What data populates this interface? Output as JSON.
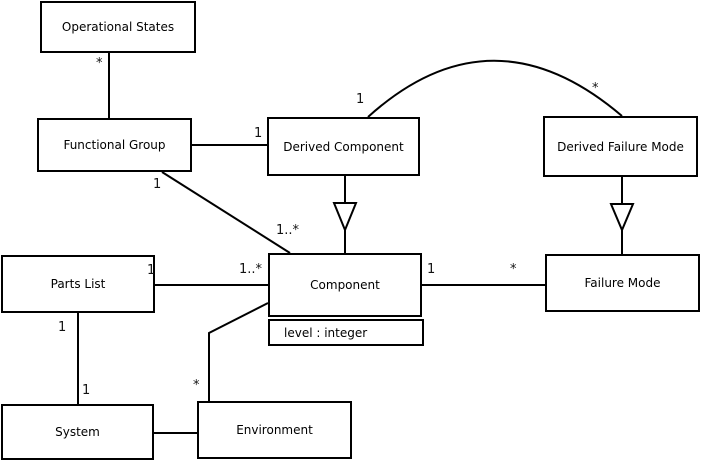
{
  "colors": {
    "background": "#ffffff",
    "line": "#000000",
    "text": "#000000"
  },
  "diagram": {
    "type": "uml-class-diagram",
    "classes": [
      {
        "id": "operational-states",
        "label": "Operational States"
      },
      {
        "id": "functional-group",
        "label": "Functional Group"
      },
      {
        "id": "derived-component",
        "label": "Derived Component"
      },
      {
        "id": "derived-failure-mode",
        "label": "Derived Failure Mode"
      },
      {
        "id": "parts-list",
        "label": "Parts List"
      },
      {
        "id": "component",
        "label": "Component",
        "attributes": [
          "level : integer"
        ]
      },
      {
        "id": "failure-mode",
        "label": "Failure Mode"
      },
      {
        "id": "system",
        "label": "System"
      },
      {
        "id": "environment",
        "label": "Environment"
      }
    ],
    "associations": [
      {
        "id": "os-fg",
        "from": "Operational States",
        "to": "Functional Group",
        "source_mult": "*"
      },
      {
        "id": "fg-dc",
        "from": "Functional Group",
        "to": "Derived Component",
        "target_mult": "1"
      },
      {
        "id": "fg-comp",
        "from": "Functional Group",
        "to": "Component",
        "source_mult": "1",
        "target_mult": "1..*"
      },
      {
        "id": "dc-dfm",
        "from": "Derived Component",
        "to": "Derived Failure Mode",
        "source_mult": "1",
        "target_mult": "*",
        "shape": "arc"
      },
      {
        "id": "pl-comp",
        "from": "Parts List",
        "to": "Component",
        "source_mult": "1",
        "target_mult": "1..*"
      },
      {
        "id": "pl-sys",
        "from": "Parts List",
        "to": "System",
        "source_mult": "1",
        "target_mult": "1"
      },
      {
        "id": "comp-fm",
        "from": "Component",
        "to": "Failure Mode",
        "source_mult": "1",
        "target_mult": "*"
      },
      {
        "id": "sys-env",
        "from": "System",
        "to": "Environment"
      },
      {
        "id": "env-comp",
        "from": "Environment",
        "to": "Component",
        "source_mult": "*"
      }
    ],
    "generalizations": [
      {
        "id": "dc-comp",
        "sub": "Derived Component",
        "super": "Component"
      },
      {
        "id": "dfm-fm",
        "sub": "Derived Failure Mode",
        "super": "Failure Mode"
      }
    ]
  }
}
